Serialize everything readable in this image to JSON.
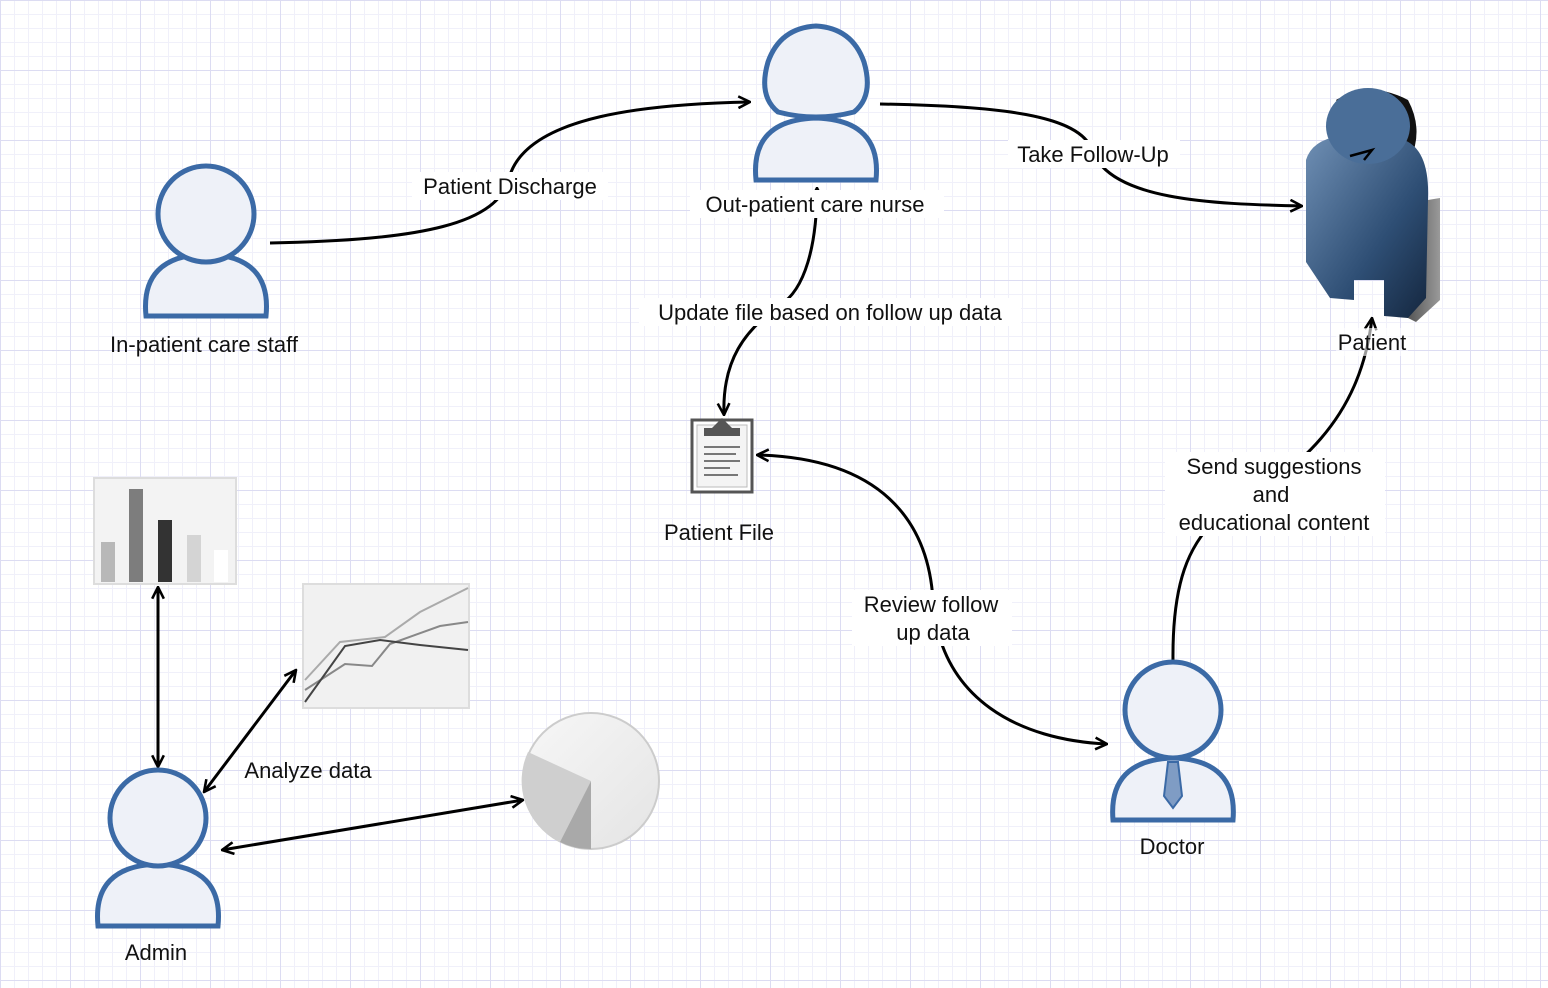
{
  "colors": {
    "actor_stroke": "#3b6aa6",
    "actor_fill": "#eef1f8",
    "edge": "#000000",
    "grid": "#dcdcf2"
  },
  "nodes": {
    "inpatient": {
      "label": "In-patient care staff",
      "icon": "user-icon"
    },
    "nurse": {
      "label": "Out-patient care nurse",
      "icon": "female-user-icon"
    },
    "patient": {
      "label": "Patient",
      "icon": "3d-person-icon"
    },
    "patient_file": {
      "label": "Patient File",
      "icon": "clipboard-file-icon"
    },
    "doctor": {
      "label": "Doctor",
      "icon": "doctor-icon"
    },
    "admin": {
      "label": "Admin",
      "icon": "user-icon"
    },
    "bar_chart": {
      "icon": "bar-chart-icon"
    },
    "line_chart": {
      "icon": "line-chart-icon"
    },
    "pie_chart": {
      "icon": "pie-chart-icon"
    }
  },
  "edges": {
    "discharge": "Patient Discharge",
    "followup": "Take Follow-Up",
    "update_file": "Update file based on follow up data",
    "review_line1": "Review follow",
    "review_line2": "up data",
    "send_line1": "Send suggestions",
    "send_line2": "and",
    "send_line3": "educational content",
    "analyze": "Analyze data"
  }
}
